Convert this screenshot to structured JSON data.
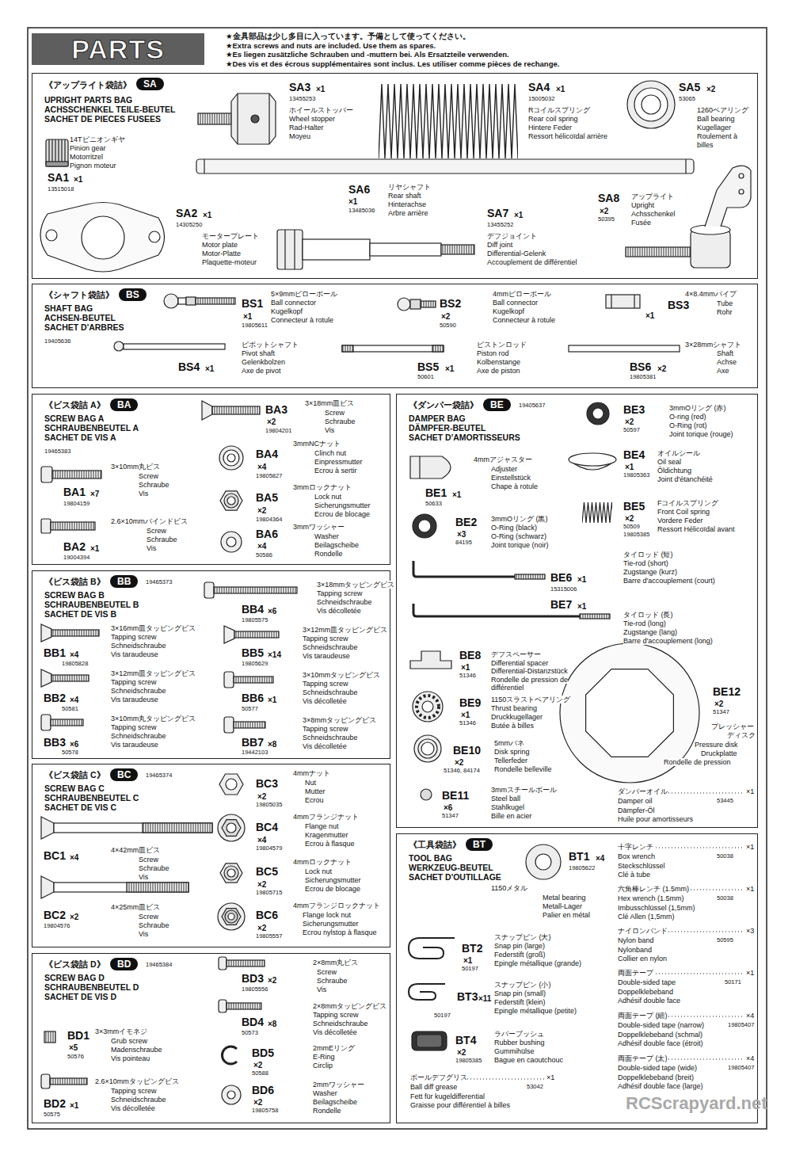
{
  "diagram": {
    "title": "PARTS",
    "nodes": [
      {
        "text": [
          "《アップライト袋詰》",
          "UPRIGHT PARTS BAG",
          "ACHSSCHENKEL TEILE-BEUTEL",
          "SACHET DE PIECES FUSEES"
        ]
      },
      {
        "text": [
          "SA"
        ],
        "in": 0
      },
      {
        "text": [
          "《シャフト袋詰》",
          "SHAFT BAG",
          "ACHSEN-BEUTEL",
          "SACHET D'ARBRES",
          "19405636"
        ]
      },
      {
        "text": [
          "BS"
        ],
        "in": 2
      },
      {
        "text": [
          "《ビス袋詰 A》",
          "SCREW BAG A",
          "SCHRAUBENBEUTEL A",
          "SACHET DE VIS A",
          "19465383"
        ]
      },
      {
        "text": [
          "BA"
        ],
        "in": 4
      },
      {
        "text": [
          "《ビス袋詰 B》",
          "19465373",
          "SCREW BAG B",
          "SCHRAUBENBEUTEL B",
          "SACHET DE VIS B"
        ]
      },
      {
        "text": [
          "BB"
        ],
        "in": 6
      },
      {
        "text": [
          "《ビス袋詰 C》",
          "19465374",
          "SCREW BAG C",
          "SCHRAUBENBEUTEL C",
          "SACHET DE VIS C"
        ]
      },
      {
        "text": [
          "BC"
        ],
        "in": 8
      },
      {
        "text": [
          "《ビス袋詰 D》",
          "19465384",
          "SCREW BAG D",
          "SCHRAUBENBEUTEL D",
          "SACHET DE VIS D"
        ]
      },
      {
        "text": [
          "BD"
        ],
        "in": 10
      },
      {
        "text": [
          "《ダンパー袋詰》",
          "19405637",
          "DAMPER BAG",
          "DÄMPFER-BEUTEL",
          "SACHET D'AMORTISSEURS"
        ]
      },
      {
        "text": [
          "BE"
        ],
        "in": 12
      },
      {
        "text": [
          "《工具袋詰》",
          "TOOL BAG",
          "WERKZEUG-BEUTEL",
          "SACHET D'OUTILLAGE"
        ]
      },
      {
        "text": [
          "BT"
        ],
        "in": 14
      }
    ],
    "labels": [
      "★金具部品は少し多目に入っています。予備として使ってください。",
      "★Extra screws and nuts are included. Use them as spares.",
      "★Es liegen zusätzliche Schrauben und -muttern bei. Als Ersatzteile verwenden.",
      "★Des vis et des écrous supplémentaires sont inclus. Les utiliser comme pièces de rechange.",
      "14Tピニオンギヤ",
      "Pinion gear",
      "Motorritzel",
      "Pignon moteur",
      "SA1",
      "×1",
      "13515018",
      "SA3",
      "×1",
      "13455253",
      "ホイールストッパー",
      "Wheel stopper",
      "Rad-Halter",
      "Moyeu",
      "SA4",
      "×1",
      "15005032",
      "Rコイルスプリング",
      "Rear coil spring",
      "Hintere Feder",
      "Ressort hélicoïdal arrière",
      "SA5",
      "×2",
      "53065",
      "1260ベアリング",
      "Ball bearing",
      "Kugellager",
      "Roulement à",
      "billes",
      "SA6",
      "×1",
      "13485036",
      "リヤシャフト",
      "Rear shaft",
      "Hinterachse",
      "Arbre arrière",
      "SA2",
      "×1",
      "14305250",
      "モータープレート",
      "Motor plate",
      "Motor-Platte",
      "Plaquette-moteur",
      "SA7",
      "×1",
      "13455252",
      "デフジョイント",
      "Diff joint",
      "Differential-Gelenk",
      "Accouplement de différentiel",
      "SA8",
      "×2",
      "50395",
      "アップライト",
      "Upright",
      "Achsschenkel",
      "Fusée",
      "BS1",
      "×1",
      "19805611",
      "5×9mmピローボール",
      "Ball connector",
      "Kugelkopf",
      "Connecteur à rotule",
      "BS2",
      "×2",
      "50590",
      "4mmピローボール",
      "Ball connector",
      "Kugelkopf",
      "Connecteur à rotule",
      "BS3",
      "×1",
      "4×8.4mmパイプ",
      "Tube",
      "Rohr",
      "BS4",
      "×1",
      "ピボットシャフト",
      "Pivot shaft",
      "Gelenkbolzen",
      "Axe de pivot",
      "BS5",
      "×1",
      "50601",
      "ピストンロッド",
      "Piston rod",
      "Kolbenstange",
      "Axe de piston",
      "BS6",
      "×2",
      "19805381",
      "3×28mmシャフト",
      "Shaft",
      "Achse",
      "Axe",
      "3×10mm丸ビス",
      "Screw",
      "Schraube",
      "Vis",
      "BA1",
      "×7",
      "19804159",
      "2.6×10mmバインドビス",
      "Screw",
      "Schraube",
      "Vis",
      "BA2",
      "×1",
      "19004394",
      "BA3",
      "×2",
      "19804201",
      "3×18mm皿ビス",
      "Screw",
      "Schraube",
      "Vis",
      "BA4",
      "×4",
      "19805827",
      "3mmNCナット",
      "Clinch nut",
      "Einpressmutter",
      "Ecrou à sertir",
      "BA5",
      "×2",
      "19804364",
      "3mmロックナット",
      "Lock nut",
      "Sicherungsmutter",
      "Ecrou de blocage",
      "BA6",
      "×4",
      "50586",
      "3mmワッシャー",
      "Washer",
      "Beilagscheibe",
      "Rondelle",
      "3×16mm皿タッピングビス",
      "Tapping screw",
      "Schneidschraube",
      "Vis taraudeuse",
      "BB1",
      "×4",
      "19805828",
      "3×12mm皿タッピングビス",
      "Tapping screw",
      "Schneidschraube",
      "Vis taraudeuse",
      "BB2",
      "×4",
      "50581",
      "3×10mm丸タッピングビス",
      "Tapping screw",
      "Schneidschraube",
      "Vis taraudeuse",
      "BB3",
      "×6",
      "50578",
      "3×18mmタッピングビス",
      "Tapping screw",
      "Schneidschraube",
      "Vis décolletée",
      "BB4",
      "×6",
      "19805575",
      "3×12mm皿タッピングビス",
      "Tapping screw",
      "Schneidschraube",
      "Vis taraudeuse",
      "BB5",
      "×14",
      "19805629",
      "3×10mmタッピングビス",
      "Tapping screw",
      "Schneidschraube",
      "Vis décolletée",
      "BB6",
      "×1",
      "50577",
      "3×8mmタッピングビス",
      "Tapping screw",
      "Schneidschraube",
      "Vis décolletée",
      "BB7",
      "×8",
      "19442103",
      "BC1",
      "×4",
      "4×42mm皿ビス",
      "Screw",
      "Schraube",
      "Vis",
      "BC2",
      "×2",
      "19804576",
      "4×25mm皿ビス",
      "Screw",
      "Schraube",
      "Vis",
      "BC3",
      "×2",
      "19805035",
      "4mmナット",
      "Nut",
      "Mutter",
      "Ecrou",
      "BC4",
      "×4",
      "19804579",
      "4mmフランジナット",
      "Flange nut",
      "Kragenmutter",
      "Ecrou à flasque",
      "BC5",
      "×2",
      "19805715",
      "4mmロックナット",
      "Lock nut",
      "Sicherungsmutter",
      "Ecrou de blocage",
      "BC6",
      "×2",
      "19805557",
      "4mmフランジロックナット",
      "Flange lock nut",
      "Sicherungsmutter",
      "Ecrou nylstop à flasque",
      "BD1",
      "×5",
      "50576",
      "3×3mmイモネジ",
      "Grub screw",
      "Madenschraube",
      "Vis pointeau",
      "BD2",
      "×1",
      "50575",
      "2.6×10mmタッピングビス",
      "Tapping screw",
      "Schneidschraube",
      "Vis décolletée",
      "BD3",
      "×2",
      "19805556",
      "2×8mm丸ビス",
      "Screw",
      "Schraube",
      "Vis",
      "BD4",
      "×8",
      "50573",
      "2×8mmタッピングビス",
      "Tapping screw",
      "Schneidschraube",
      "Vis décolletée",
      "BD5",
      "×2",
      "50588",
      "2mmEリング",
      "E-Ring",
      "Circlip",
      "BD6",
      "×2",
      "19805758",
      "2mmワッシャー",
      "Washer",
      "Beilagscheibe",
      "Rondelle",
      "4mmアジャスター",
      "Adjuster",
      "Einstellstück",
      "Chape à rotule",
      "BE1",
      "×1",
      "50633",
      "BE2",
      "×3",
      "84195",
      "3mmOリング (黒)",
      "O-Ring (black)",
      "O-Ring (schwarz)",
      "Joint torique (noir)",
      "BE3",
      "×2",
      "50597",
      "3mmOリング (赤)",
      "O-ring (red)",
      "O-Ring (rot)",
      "Joint torique (rouge)",
      "BE4",
      "×1",
      "19805363",
      "オイルシール",
      "Oil seal",
      "Öldichtung",
      "Joint d'étanchéité",
      "BE5",
      "×2",
      "50509",
      "19805385",
      "Fコイルスプリング",
      "Front Coil spring",
      "Vordere Feder",
      "Ressort Hélicoïdal avant",
      "BE6",
      "×1",
      "15315006",
      "タイロッド (短)",
      "Tie-rod (short)",
      "Zugstange (kurz)",
      "Barre d'accouplement (court)",
      "BE7",
      "×1",
      "タイロッド (長)",
      "Tie-rod (long)",
      "Zugstange (lang)",
      "Barre d'accouplement (long)",
      "BE8",
      "×1",
      "51346",
      "デフスペーサー",
      "Differential spacer",
      "Differential-Distanzstück",
      "Rondelle de pression de",
      "différentiel",
      "BE9",
      "×1",
      "51346",
      "1150スラストベアリング",
      "Thrust bearing",
      "Druckkugellager",
      "Butée à billes",
      "BE10",
      "×2",
      "51346, 84174",
      "5mmバネ",
      "Disk spring",
      "Tellerfeder",
      "Rondelle belleville",
      "BE11",
      "×6",
      "51347",
      "3mmスチールボール",
      "Steel ball",
      "Stahlkugel",
      "Bille en acier",
      "BE12",
      "×2",
      "51347",
      "プレッシャー",
      "ディスク",
      "Pressure disk",
      "Druckplatte",
      "Rondelle de pression",
      "ダンパーオイル",
      "×1",
      "Damper oil",
      "53445",
      "Dämpfer-Öl",
      "Huile pour amortisseurs",
      "BT1",
      "×4",
      "19805622",
      "1150メタル",
      "Metal bearing",
      "Metall-Lager",
      "Palier en métal",
      "BT2",
      "×1",
      "50197",
      "スナップピン (大)",
      "Snap pin (large)",
      "Federstift (groß)",
      "Epingle métallique (grande)",
      "BT3",
      "×11",
      "50197",
      "スナップピン (小)",
      "Snap pin (small)",
      "Federstift (klein)",
      "Epingle métallique (petite)",
      "BT4",
      "×2",
      "19805385",
      "ラバーブッシュ",
      "Rubber bushing",
      "Gummihülse",
      "Bague en caoutchouc",
      "ボールデフグリス",
      "×1",
      "Ball diff grease",
      "53042",
      "Fett für kugeldifferential",
      "Graisse pour différentiel à billes",
      "十字レンチ",
      "×1",
      "Box wrench",
      "50038",
      "Steckschlüssel",
      "Clé à tube",
      "六角棒レンチ (1.5mm)",
      "×1",
      "Hex wrench (1.5mm)",
      "50038",
      "Imbusschlüssel (1,5mm)",
      "Clé Allen (1,5mm)",
      "ナイロンバンド",
      "×3",
      "Nylon band",
      "50595",
      "Nylonband",
      "Collier en nylon",
      "両面テープ",
      "×1",
      "Double-sided tape",
      "50171",
      "Doppelklebeband",
      "Adhésif double face",
      "両面テープ (細)",
      "×4",
      "Double-sided tape (narrow)",
      "19805407",
      "Doppelklebeband (schmal)",
      "Adhésif double face (étroit)",
      "両面テープ (太)",
      "×4",
      "Double-sided tape (wide)",
      "19805407",
      "Doppelklebeband (breit)",
      "Adhésif double face (large)",
      "RCScrapyard.net"
    ]
  }
}
